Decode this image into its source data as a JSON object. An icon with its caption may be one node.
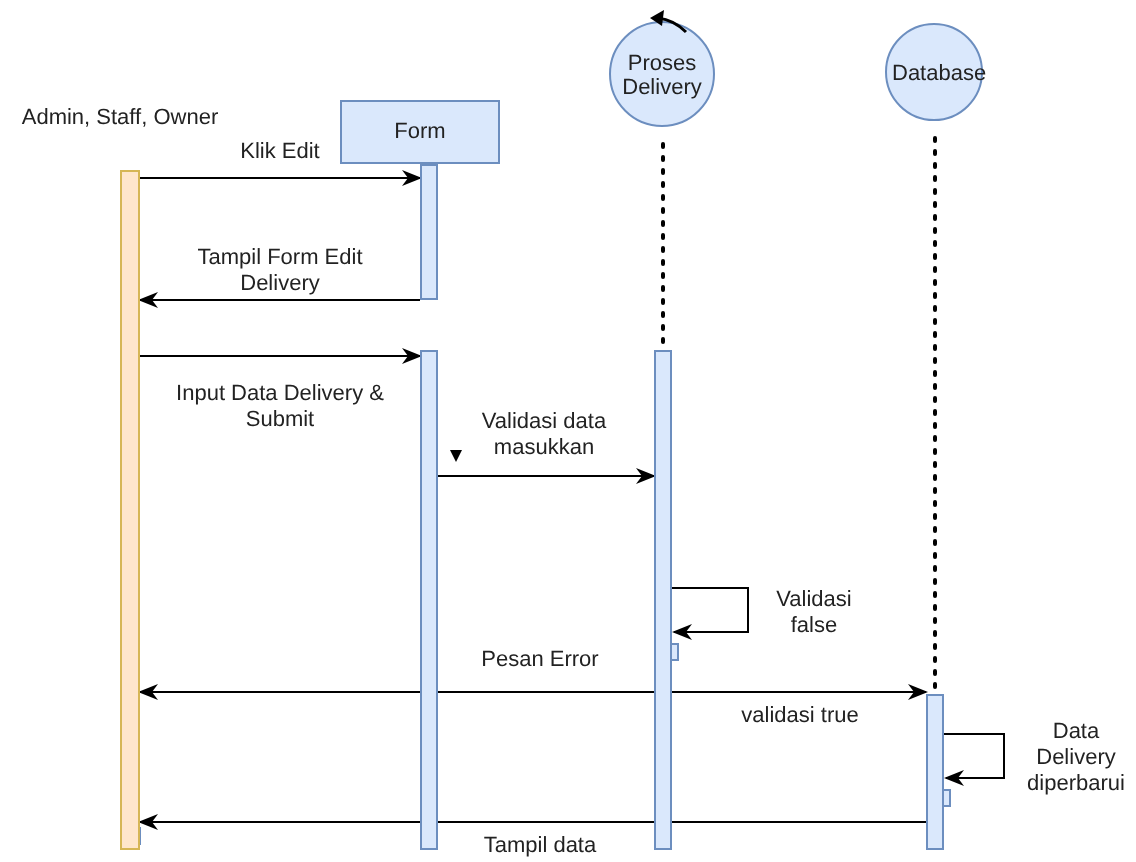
{
  "diagram": {
    "nodes": [
      {
        "text": [
          "Admin, Staff, Owner"
        ]
      },
      {
        "text": [
          "Form"
        ]
      },
      {
        "text": [
          "Proses Delivery"
        ]
      },
      {
        "text": [
          "Database"
        ]
      },
      {
        "text": [],
        "shape": "bar"
      },
      {
        "text": [],
        "shape": "bar"
      },
      {
        "text": [],
        "shape": "bar"
      },
      {
        "text": [],
        "shape": "bar"
      },
      {
        "text": [],
        "shape": "bar"
      }
    ],
    "edges": [
      {
        "from": 4,
        "to": 5,
        "arrow": "to",
        "label": "Klik Edit"
      },
      {
        "from": 5,
        "to": 4,
        "arrow": "to",
        "label": "Tampil Form Edit Delivery"
      },
      {
        "from": 4,
        "to": 6,
        "arrow": "to",
        "label": "Input Data Delivery & Submit"
      },
      {
        "from": 6,
        "to": 7,
        "arrow": "to",
        "label": "Validasi data masukkan"
      },
      {
        "from": 7,
        "to": 7,
        "arrow": "to",
        "label": "Validasi false"
      },
      {
        "from": 7,
        "to": 4,
        "arrow": "to",
        "label": "Pesan Error"
      },
      {
        "from": 7,
        "to": 8,
        "arrow": "to",
        "label": "validasi true"
      },
      {
        "from": 8,
        "to": 8,
        "arrow": "to",
        "label": "Data Delivery diperbarui"
      },
      {
        "from": 8,
        "to": 4,
        "arrow": "to",
        "label": "Tampil data"
      },
      {
        "from": 2,
        "to": 7,
        "arrow": "none",
        "style": "dashed"
      },
      {
        "from": 3,
        "to": 8,
        "arrow": "none",
        "style": "dashed"
      }
    ]
  }
}
